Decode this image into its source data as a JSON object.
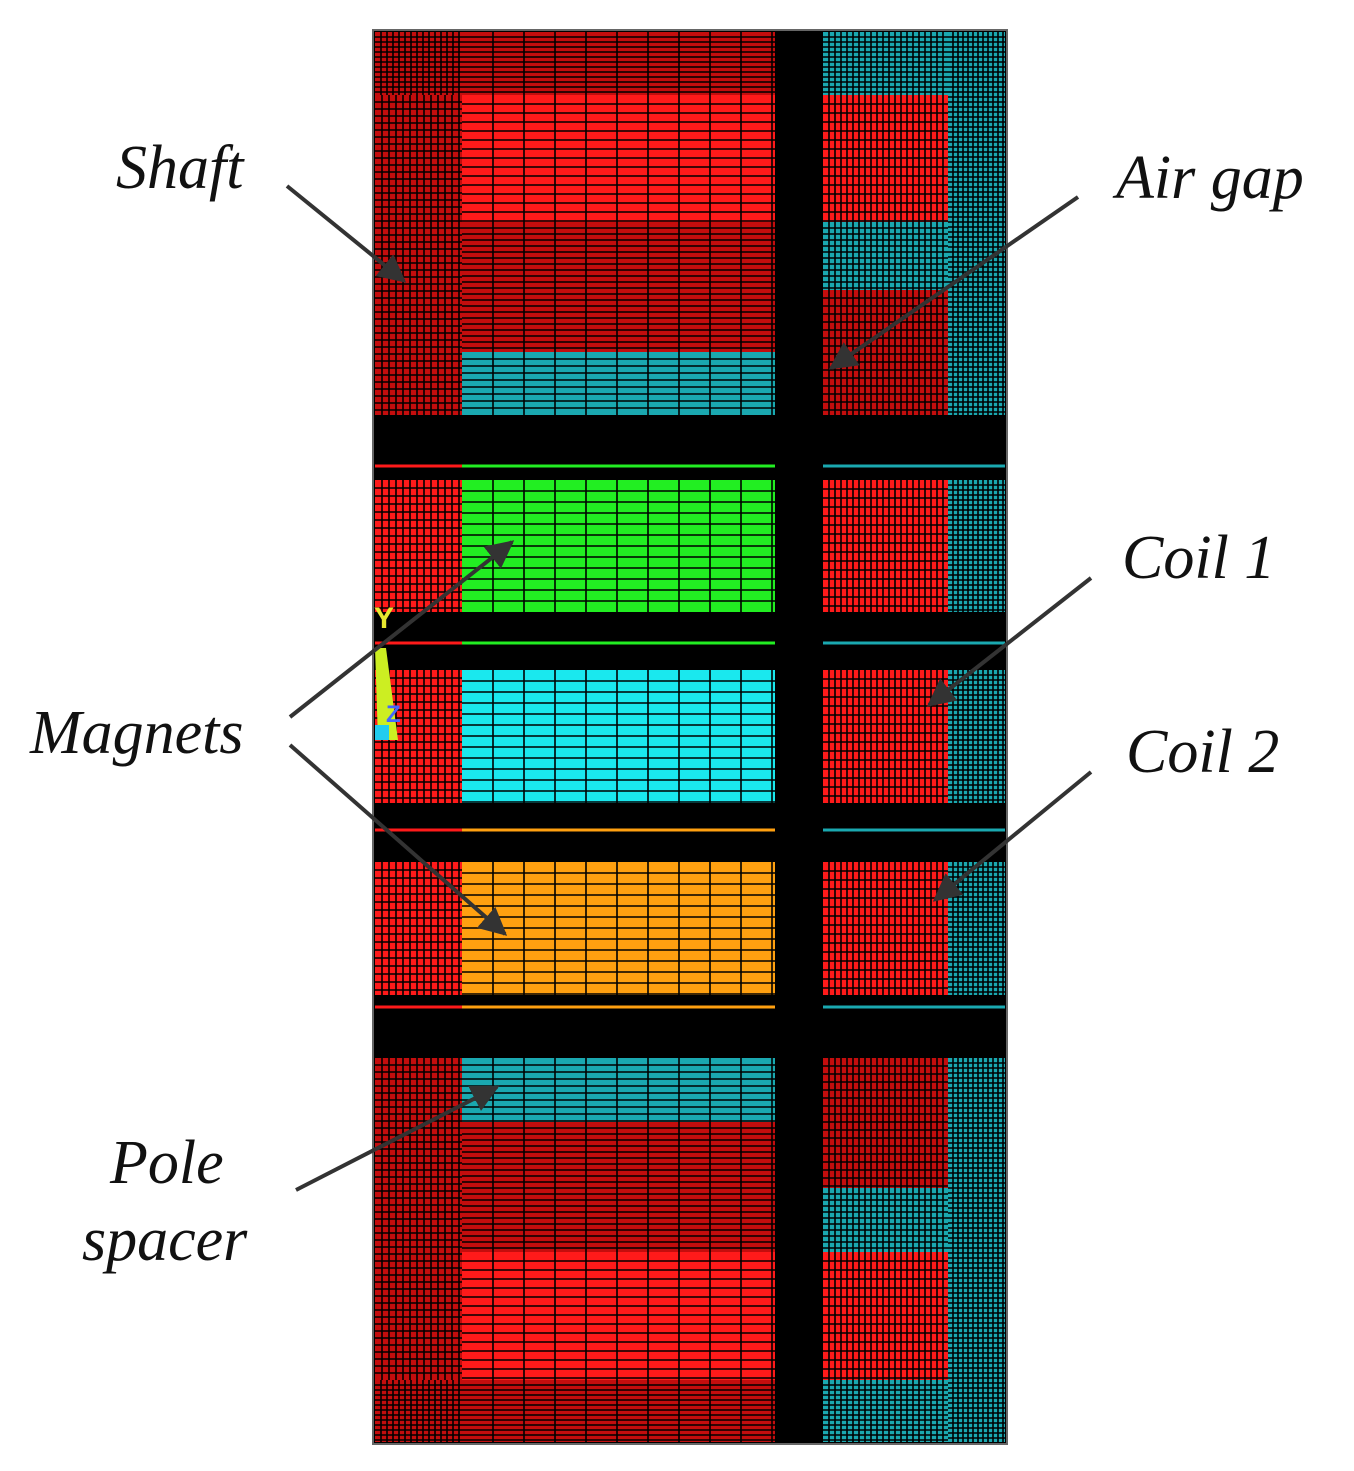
{
  "labels": {
    "shaft": "Shaft",
    "air_gap": "Air gap",
    "coil_1": "Coil 1",
    "coil_2": "Coil 2",
    "magnets": "Magnets",
    "pole_spacer_line1": "Pole",
    "pole_spacer_line2": "spacer"
  },
  "triad": {
    "y_label": "Y",
    "z_label": "Z"
  },
  "colors": {
    "background": "#ffffff",
    "gap": "#000000",
    "region_red": "#ff1a1a",
    "region_darkred": "#c40d0d",
    "region_teal": "#1aa8b0",
    "region_green": "#22ee22",
    "region_cyan": "#1ae8ee",
    "region_orange": "#ffa010",
    "mesh_line": "#000000",
    "arrow": "#333333"
  }
}
